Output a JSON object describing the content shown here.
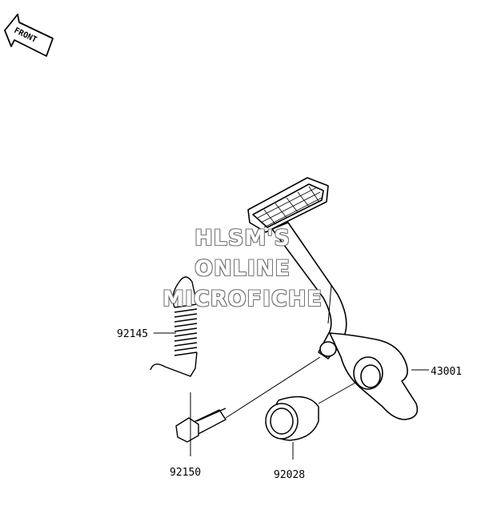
{
  "orientation": {
    "label": "FRONT"
  },
  "watermark": {
    "line1": "HLSM'S",
    "line2": "ONLINE",
    "line3": "MICROFICHE"
  },
  "parts": [
    {
      "id": "spring",
      "number": "92145"
    },
    {
      "id": "bolt",
      "number": "92150"
    },
    {
      "id": "collar",
      "number": "92028"
    },
    {
      "id": "pedal",
      "number": "43001"
    }
  ]
}
